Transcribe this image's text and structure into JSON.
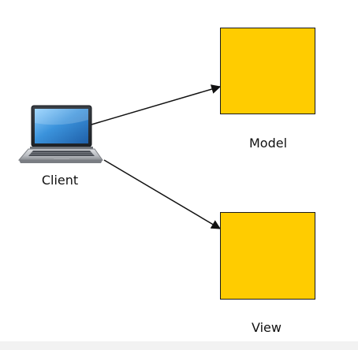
{
  "diagram": {
    "nodes": {
      "client": {
        "label": "Client",
        "icon": "laptop-icon"
      },
      "model": {
        "label": "Model",
        "fill": "#ffcc00"
      },
      "view": {
        "label": "View",
        "fill": "#ffcc00"
      }
    },
    "edges": [
      {
        "from": "client",
        "to": "model"
      },
      {
        "from": "client",
        "to": "view"
      }
    ],
    "colors": {
      "box_fill": "#ffcc00",
      "stroke": "#111111",
      "screen": "#3b93dc",
      "laptop_body": "#b9bcc1"
    }
  }
}
